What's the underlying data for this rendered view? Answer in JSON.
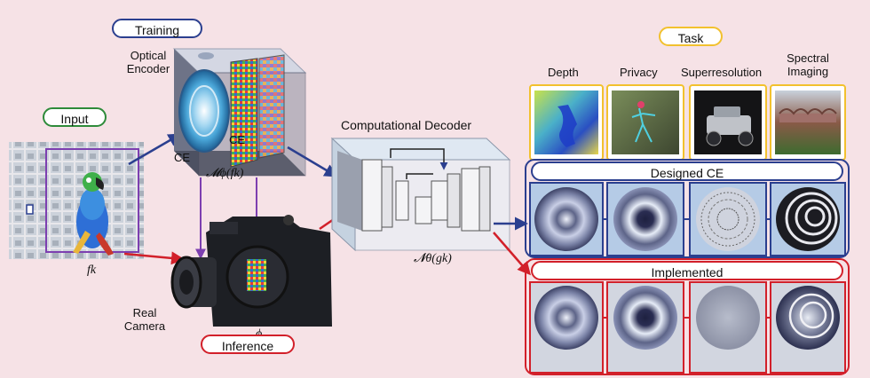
{
  "labels": {
    "input": "Input",
    "training": "Training",
    "optical_encoder": "Optical\nEncoder",
    "ce_left": "CE",
    "ce_right": "CE",
    "encoder_symbol": "𝓜ϕ(fk)",
    "fk_symbol": "fk",
    "decoder": "Computational Decoder",
    "decoder_symbol": "𝓝θ(gk)",
    "real_camera": "Real\nCamera",
    "phi_symbol": "ϕ",
    "inference": "Inference",
    "task": "Task",
    "designed_ce": "Designed CE",
    "implemented": "Implemented"
  },
  "tasks": [
    "Depth",
    "Privacy",
    "Superresolution",
    "Spectral\nImaging"
  ],
  "colors": {
    "background": "#f6e2e6",
    "training_blue": "#2b3f8f",
    "inference_red": "#d2202a",
    "input_green": "#2e8b3a",
    "task_yellow": "#f2c12e",
    "purple": "#7d3fb0"
  }
}
